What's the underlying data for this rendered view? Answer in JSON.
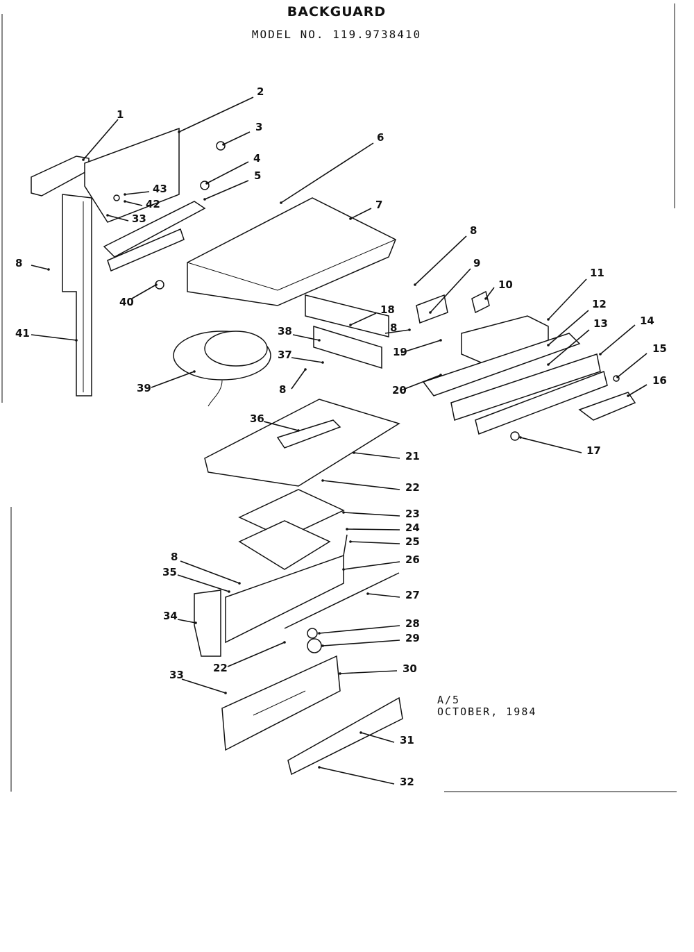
{
  "title": "BACKGUARD",
  "model_line": "MODEL NO. 119.9738410",
  "stamp_code": "A/5",
  "stamp_date": "OCTOBER, 1984",
  "callouts": [
    "1",
    "2",
    "3",
    "4",
    "5",
    "6",
    "7",
    "8",
    "9",
    "10",
    "11",
    "12",
    "13",
    "14",
    "15",
    "16",
    "17",
    "18",
    "8",
    "19",
    "20",
    "21",
    "22",
    "23",
    "24",
    "25",
    "26",
    "27",
    "28",
    "29",
    "30",
    "31",
    "32",
    "33",
    "34",
    "35",
    "8",
    "36",
    "37",
    "8",
    "38",
    "39",
    "40",
    "41",
    "42",
    "43",
    "8",
    "33",
    "22"
  ]
}
